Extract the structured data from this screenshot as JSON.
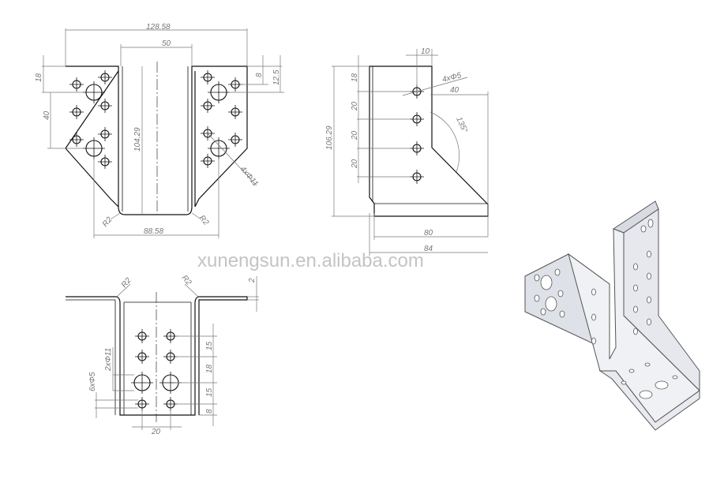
{
  "front_view": {
    "dims": {
      "overall_width": "128.58",
      "inner_width": "50",
      "height": "104.29",
      "bottom_width": "88.58",
      "top_offset": "18",
      "hole_spacing": "40",
      "small_offset": "8",
      "big_offset": "12.5",
      "radius_left": "R2",
      "radius_right": "R2",
      "big_holes": "4xΦ11"
    }
  },
  "side_view": {
    "dims": {
      "hole_offset": "10",
      "holes": "4xΦ5",
      "flange": "40",
      "angle": "135°",
      "height": "106.29",
      "pitch_top": "18",
      "pitch_1": "20",
      "pitch_2": "20",
      "pitch_3": "20",
      "base_inner": "80",
      "base_outer": "84"
    }
  },
  "bottom_view": {
    "dims": {
      "radius_left": "R2",
      "radius_right": "R2",
      "thickness": "2",
      "big_holes": "2xΦ11",
      "small_holes": "6xΦ5",
      "pitch_1": "15",
      "pitch_2": "18",
      "pitch_3": "15",
      "pitch_4": "8",
      "hole_spacing": "20"
    }
  },
  "watermark": "xunengsun.en.alibaba.com",
  "colors": {
    "line": "#111111",
    "dimension": "#777777",
    "watermark": "#c4c4c4",
    "render_fill": "#e4e6ec"
  }
}
